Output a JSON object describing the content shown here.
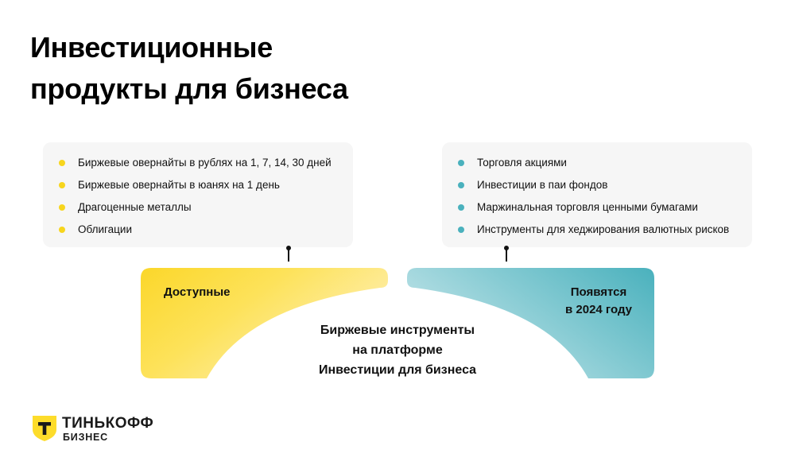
{
  "title": {
    "line1": "Инвестиционные",
    "line2": "продукты для бизнеса"
  },
  "available_card": {
    "items": [
      "Биржевые овернайты в рублях на 1, 7, 14, 30 дней",
      "Биржевые овернайты в юанях на 1 день",
      "Драгоценные металлы",
      "Облигации"
    ]
  },
  "upcoming_card": {
    "items": [
      "Торговля акциями",
      "Инвестиции в паи фондов",
      "Маржинальная торговля ценными бумагами",
      "Инструменты для хеджирования валютных рисков"
    ]
  },
  "segments": {
    "available": "Доступные",
    "upcoming_line1": "Появятся",
    "upcoming_line2": "в 2024 году"
  },
  "center": {
    "line1": "Биржевые инструменты",
    "line2": "на платформе",
    "line3": "Инвестиции для бизнеса"
  },
  "logo": {
    "name": "ТИНЬКОФФ",
    "sub": "БИЗНЕС",
    "icon": "shield-t-icon"
  },
  "colors": {
    "yellow": "#f7d51d",
    "teal": "#4ab1bd",
    "card_bg": "#f6f6f6"
  }
}
